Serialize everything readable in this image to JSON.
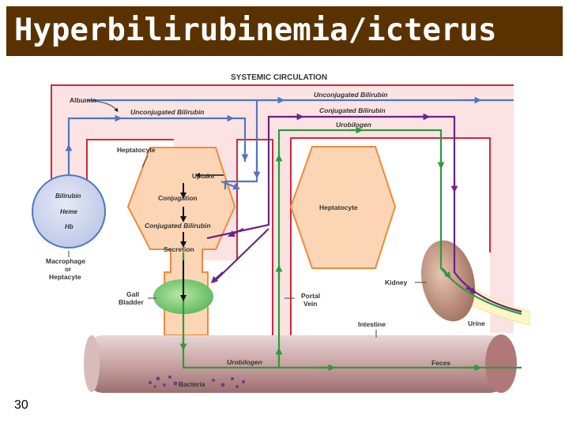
{
  "slide": {
    "title": "Hyperbilirubinemia/icterus",
    "number": "30"
  },
  "diagram": {
    "systemic_circulation": "SYSTEMIC CIRCULATION",
    "albumin": "Albumin",
    "unconjugated_bilirubin_left": "Unconjugated Bilirubin",
    "unconjugated_bilirubin_top": "Unconjugated Bilirubin",
    "conjugated_bilirubin_top": "Conjugated Bilirubin",
    "urobilogen_top": "Urobilogen",
    "heptatocyte_left": "Heptatocyte",
    "uptake": "Uptake",
    "conjugation": "Conjugation",
    "conjugated_bilirubin_cell": "Conjugated Bilirubin",
    "secretion": "Secretion",
    "heptatocyte_right": "Heptatocyte",
    "macrophage_bilirubin": "Bilirubin",
    "macrophage_heme": "Heme",
    "macrophage_hb": "Hb",
    "macrophage": "Macrophage",
    "or": "or",
    "heptacyte": "Heptacyte",
    "gall": "Gall",
    "bladder": "Bladder",
    "portal": "Portal",
    "vein": "Vein",
    "kidney": "Kidney",
    "intestine": "Intestine",
    "urine": "Urine",
    "urobilogen_intestine": "Urobilogen",
    "feces": "Feces",
    "bacteria": "Bacteria"
  },
  "colors": {
    "title_bg": "#5a3200",
    "circulation_red": "#d0283c",
    "circulation_bg": "#fbe3e3",
    "blue_path": "#4f77c0",
    "purple_path": "#6a2586",
    "green_path": "#2e9a3c",
    "hepatocyte_fill": "#fcd6b4",
    "hepatocyte_stroke": "#f08a3c",
    "intestine": "#b58a8a"
  }
}
